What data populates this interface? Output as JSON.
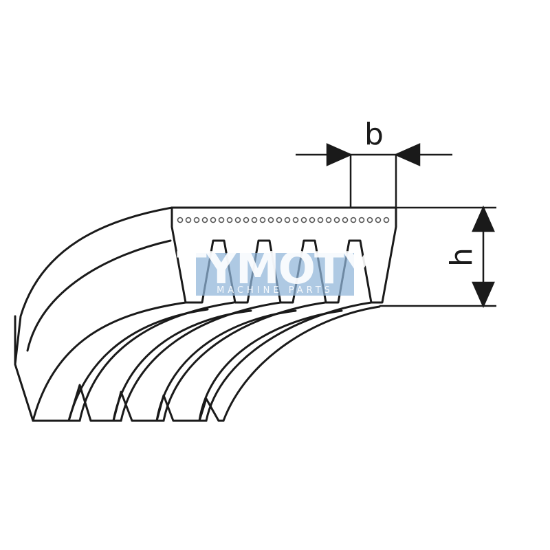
{
  "diagram": {
    "subject": "poly-v belt cross-section",
    "rib_count": 5,
    "dimensions": {
      "width_label": "b",
      "height_label": "h"
    }
  },
  "watermark": {
    "title": "TYMOTY",
    "subtitle": "MACHINE PARTS",
    "color": "#8fb4d8"
  },
  "colors": {
    "line": "#1a1a1a",
    "background": "#ffffff",
    "cord": "#555555"
  }
}
